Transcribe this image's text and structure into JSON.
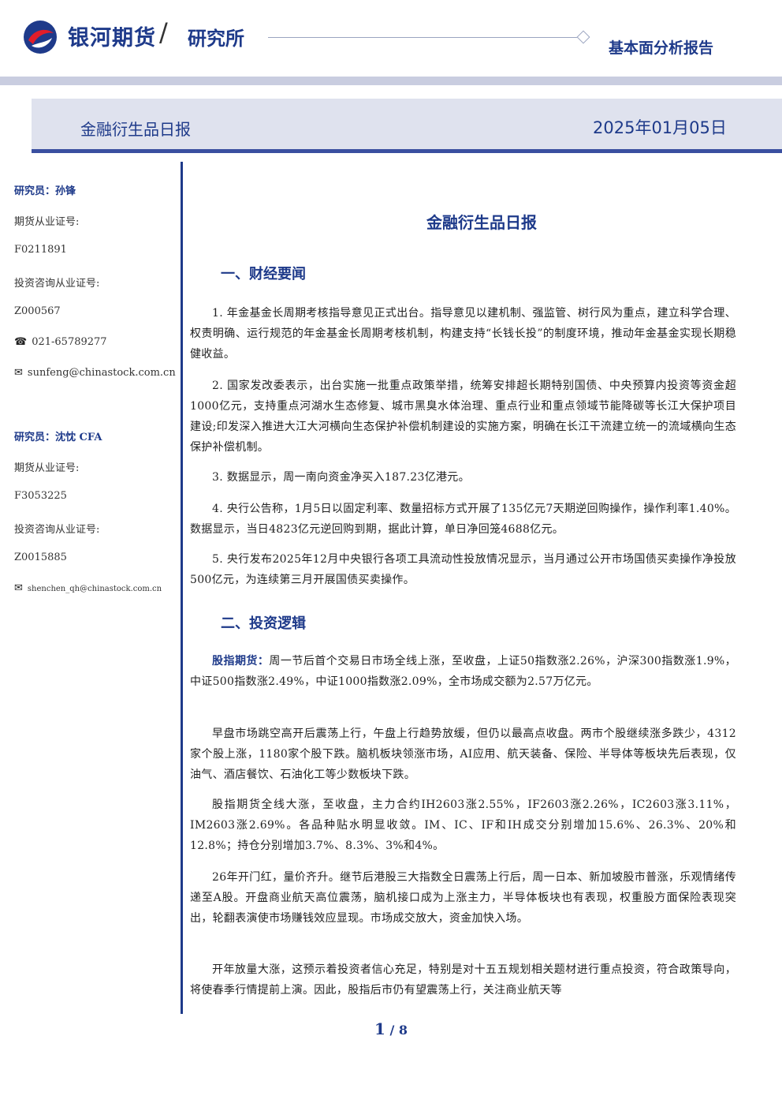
{
  "header": {
    "brand": "银河期货",
    "separator": "/",
    "department": "研究所",
    "report_type": "基本面分析报告"
  },
  "banner": {
    "title": "金融衍生品日报",
    "date": "2025年01月05日"
  },
  "sidebar": {
    "analysts": [
      {
        "name_line": "研究员：孙锋",
        "futures_cert_label": "期货从业证号:",
        "futures_cert": "F0211891",
        "invest_cert_label": "投资咨询从业证号:",
        "invest_cert": "Z000567",
        "phone_icon": "☎",
        "phone": "021-65789277",
        "email_icon": "✉",
        "email": "sunfeng@chinastock.com.cn"
      },
      {
        "name_line": "研究员：沈忱  CFA",
        "futures_cert_label": "期货从业证号:",
        "futures_cert": "F3053225",
        "invest_cert_label": "投资咨询从业证号:",
        "invest_cert": "Z0015885",
        "email_icon": "✉",
        "email": "shenchen_qh@chinastock.com.cn"
      }
    ]
  },
  "main": {
    "title": "金融衍生品日报",
    "section1_title": "一、财经要闻",
    "news": [
      "1. 年金基金长周期考核指导意见正式出台。指导意见以建机制、强监管、树行风为重点，建立科学合理、权责明确、运行规范的年金基金长周期考核机制，构建支持“长钱长投”的制度环境，推动年金基金实现长期稳健收益。",
      "2. 国家发改委表示，出台实施一批重点政策举措，统筹安排超长期特别国债、中央预算内投资等资金超1000亿元，支持重点河湖水生态修复、城市黑臭水体治理、重点行业和重点领域节能降碳等长江大保护项目建设;印发深入推进大江大河横向生态保护补偿机制建设的实施方案，明确在长江干流建立统一的流域横向生态保护补偿机制。",
      "3. 数据显示，周一南向资金净买入187.23亿港元。",
      "4. 央行公告称，1月5日以固定利率、数量招标方式开展了135亿元7天期逆回购操作，操作利率1.40%。数据显示，当日4823亿元逆回购到期，据此计算，单日净回笼4688亿元。",
      "5. 央行发布2025年12月中央银行各项工具流动性投放情况显示，当月通过公开市场国债买卖操作净投放500亿元，为连续第三月开展国债买卖操作。"
    ],
    "section2_title": "二、投资逻辑",
    "logic_lead": "股指期货：",
    "logic": [
      "周一节后首个交易日市场全线上涨，至收盘，上证50指数涨2.26%，沪深300指数涨1.9%，中证500指数涨2.49%，中证1000指数涨2.09%，全市场成交额为2.57万亿元。",
      "早盘市场跳空高开后震荡上行，午盘上行趋势放缓，但仍以最高点收盘。两市个股继续涨多跌少，4312家个股上涨，1180家个股下跌。脑机板块领涨市场，AI应用、航天装备、保险、半导体等板块先后表现，仅油气、酒店餐饮、石油化工等少数板块下跌。",
      "股指期货全线大涨，至收盘，主力合约IH2603涨2.55%，IF2603涨2.26%，IC2603涨3.11%，IM2603涨2.69%。各品种贴水明显收敛。IM、IC、IF和IH成交分别增加15.6%、26.3%、20%和12.8%；持仓分别增加3.7%、8.3%、3%和4%。",
      "26年开门红，量价齐升。继节后港股三大指数全日震荡上行后，周一日本、新加坡股市普涨，乐观情绪传递至A股。开盘商业航天高位震荡，脑机接口成为上涨主力，半导体板块也有表现，权重股方面保险表现突出，轮翻表演使市场赚钱效应显现。市场成交放大，资金加快入场。",
      "开年放量大涨，这预示着投资者信心充足，特别是对十五五规划相关题材进行重点投资，符合政策导向，将使春季行情提前上演。因此，股指后市仍有望震荡上行，关注商业航天等"
    ]
  },
  "footer": {
    "current_page": "1",
    "separator": "/",
    "total_pages": "8"
  }
}
